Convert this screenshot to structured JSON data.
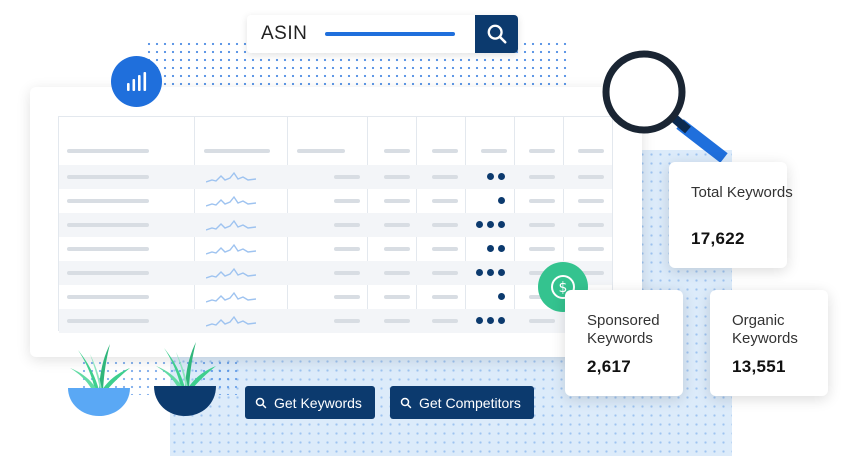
{
  "search": {
    "value": "ASIN",
    "icon": "search-icon"
  },
  "stats": {
    "total": {
      "label": "Total Keywords",
      "value": "17,622"
    },
    "sponsored": {
      "label": "Sponsored Keywords",
      "value": "2,617"
    },
    "organic": {
      "label": "Organic Keywords",
      "value": "13,551"
    }
  },
  "actions": {
    "get_keywords": "Get Keywords",
    "get_competitors": "Get Competitors"
  },
  "table": {
    "row_count": 7,
    "competitor_dots": [
      2,
      1,
      3,
      2,
      3,
      1,
      3
    ]
  },
  "colors": {
    "brand_dark": "#0c3a6e",
    "brand_blue": "#1f6fdc",
    "accent_green": "#34c38f",
    "panel_light": "#dcebfa"
  }
}
